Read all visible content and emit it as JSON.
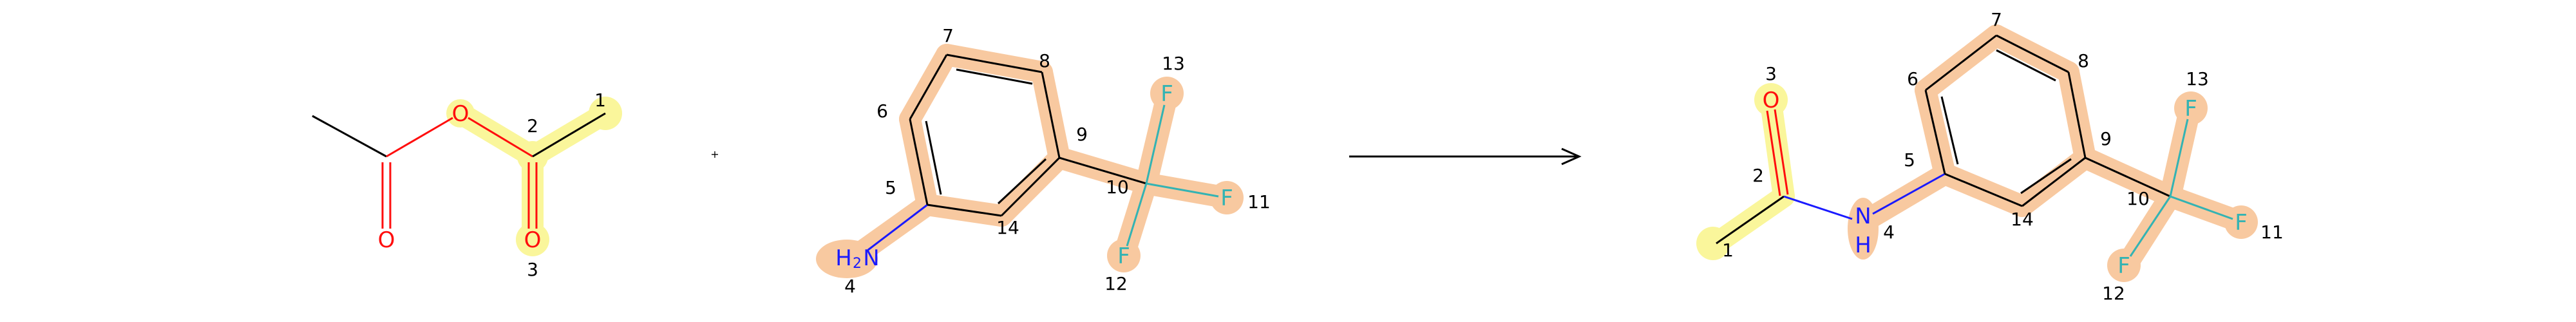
{
  "colors": {
    "bond": "#000000",
    "oxygen": "#ff0d0d",
    "nitrogen": "#1a1aff",
    "fluorine": "#33b3b3",
    "label": "#000000",
    "highlight_yellow": "#faf69b",
    "highlight_orange": "#f8c9a0"
  },
  "reaction": {
    "plus_sign": "+",
    "reactant_1": {
      "name": "acetic anhydride",
      "atoms": {
        "o_bridge": "O",
        "o_left_carbonyl": "O",
        "o_carbonyl_3": "O"
      },
      "map_numbers": {
        "c1": "1",
        "c2": "2",
        "o3": "3"
      }
    },
    "reactant_2": {
      "name": "3-(trifluoromethyl)aniline",
      "atoms": {
        "nh2_h": "H",
        "nh2_sub": "2",
        "nh2_n": "N",
        "f11": "F",
        "f12": "F",
        "f13": "F"
      },
      "map_numbers": {
        "n4": "4",
        "c5": "5",
        "c6": "6",
        "c7": "7",
        "c8": "8",
        "c9": "9",
        "c10": "10",
        "f11": "11",
        "f12": "12",
        "f13": "13",
        "c14": "14"
      }
    },
    "product": {
      "name": "N-[3-(trifluoromethyl)phenyl]acetamide",
      "atoms": {
        "o3": "O",
        "n4": "N",
        "h4": "H",
        "f11": "F",
        "f12": "F",
        "f13": "F"
      },
      "map_numbers": {
        "c1": "1",
        "c2": "2",
        "o3": "3",
        "n4": "4",
        "c5": "5",
        "c6": "6",
        "c7": "7",
        "c8": "8",
        "c9": "9",
        "c10": "10",
        "f11": "11",
        "f12": "12",
        "f13": "13",
        "c14": "14"
      }
    }
  }
}
